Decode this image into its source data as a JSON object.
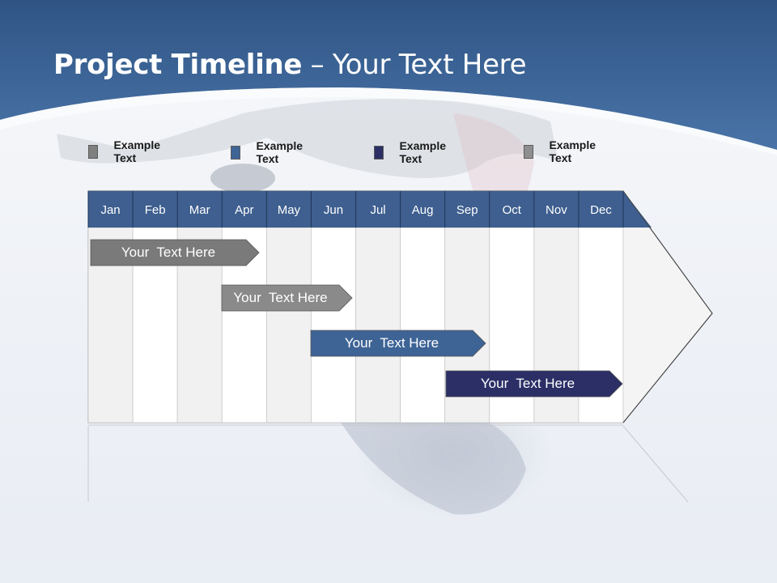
{
  "title": {
    "bold": "Project Timeline",
    "rest": " – Your Text Here"
  },
  "legend": [
    {
      "label": "Example Text",
      "color": "#7f7f7f"
    },
    {
      "label": "Example Text",
      "color": "#3e6496"
    },
    {
      "label": "Example Text",
      "color": "#2b2f66"
    },
    {
      "label": "Example Text",
      "color": "#8f8f8f"
    }
  ],
  "months": [
    "Jan",
    "Feb",
    "Mar",
    "Apr",
    "May",
    "Jun",
    "Jul",
    "Aug",
    "Sep",
    "Oct",
    "Nov",
    "Dec"
  ],
  "tasks": [
    {
      "label": "Your  Text Here",
      "color": "#7a7a7a"
    },
    {
      "label": "Your  Text Here",
      "color": "#8a8a8a"
    },
    {
      "label": "Your  Text Here",
      "color": "#3e6496"
    },
    {
      "label": "Your  Text Here",
      "color": "#2b2f66"
    }
  ],
  "colors": {
    "header": "#3e5f8f",
    "banner": "#3d6394"
  }
}
